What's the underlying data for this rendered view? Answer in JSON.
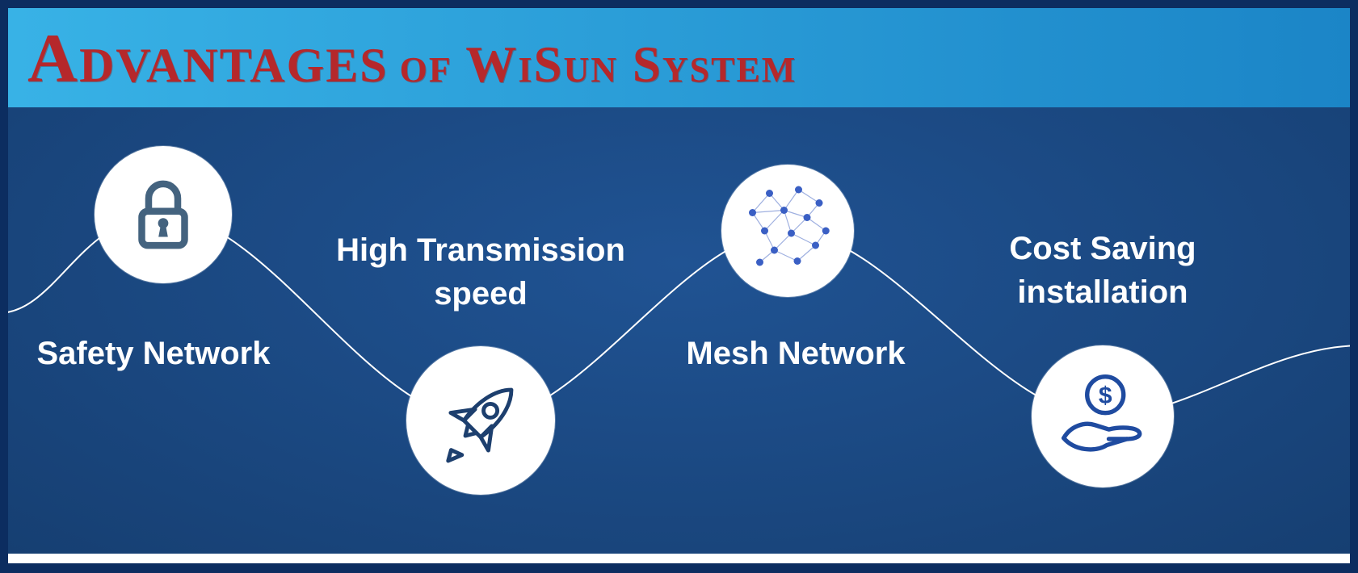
{
  "header": {
    "title_primary": "Advantages",
    "title_secondary": "of WiSun System"
  },
  "advantages": [
    {
      "label": "Safety Network",
      "icon": "lock-icon",
      "icon_position": "top",
      "label_position": "below-icon"
    },
    {
      "label": "High Transmission speed",
      "icon": "rocket-icon",
      "icon_position": "bottom",
      "label_position": "above-icon"
    },
    {
      "label": "Mesh Network",
      "icon": "mesh-network-icon",
      "icon_position": "top",
      "label_position": "below-icon"
    },
    {
      "label": "Cost Saving installation",
      "icon": "money-hand-icon",
      "icon_position": "bottom",
      "label_position": "above-icon"
    }
  ],
  "colors": {
    "header_grad_1": "#38b2e6",
    "header_grad_2": "#1b85c7",
    "title_red": "#b5282b",
    "frame_navy": "#0c2d60",
    "bg_blue_1": "#205393",
    "bg_blue_2": "#163f72",
    "circle_white": "#ffffff",
    "line_white": "#ffffff",
    "text_white": "#ffffff",
    "lock_color": "#44637f",
    "rocket_color": "#1d3f6e",
    "mesh_node": "#3a5fc4",
    "mesh_edge": "#9fb0e0",
    "money_color": "#1f4ba0"
  }
}
